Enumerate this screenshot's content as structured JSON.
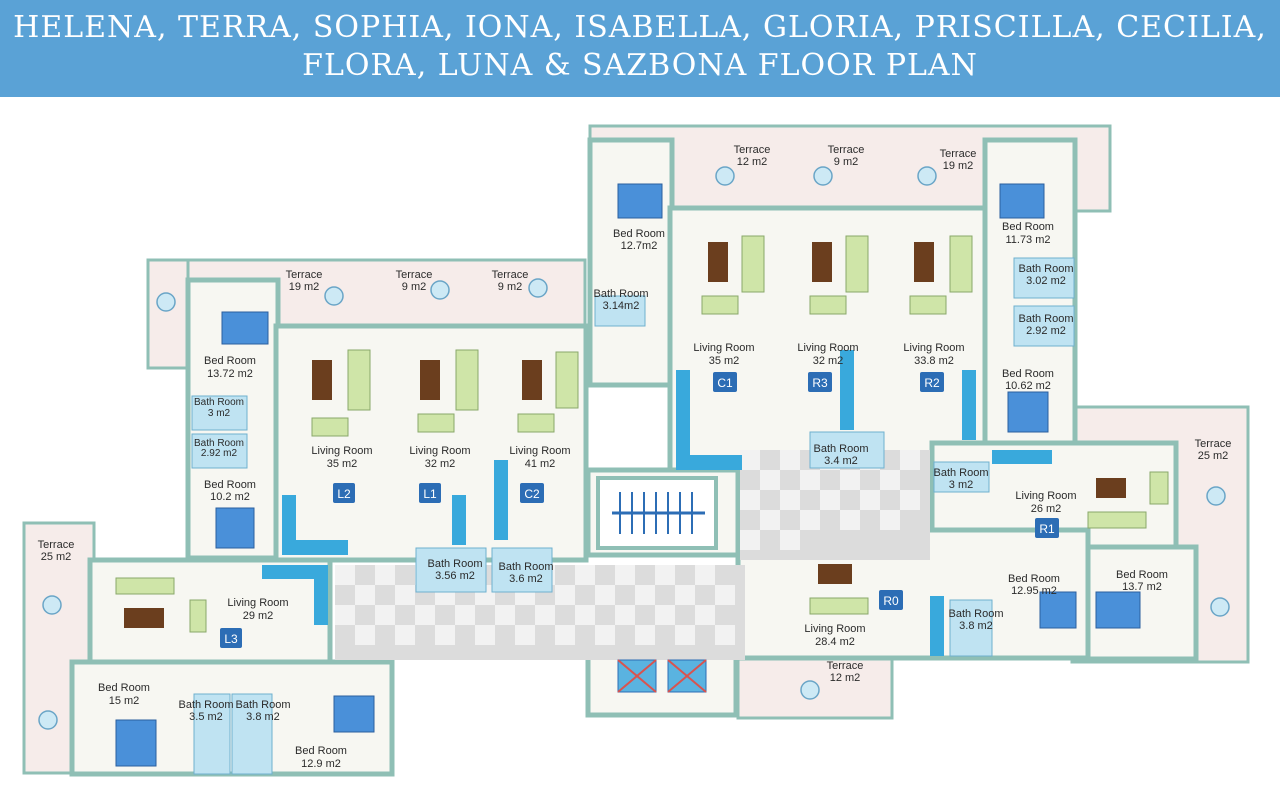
{
  "title": {
    "line1": "HELENA, TERRA, SOPHIA, IONA, ISABELLA, GLORIA, PRISCILLA, CECILIA,",
    "line2": "FLORA, LUNA & SAZBONA FLOOR PLAN"
  },
  "colors": {
    "header": "#5aa2d6",
    "wall": "#8fbfb5",
    "floor": "#f7f7f2",
    "terrace": "#f6ecea",
    "bath": "#bfe3f2",
    "kitchen": "#39a9dc",
    "badge": "#2c6db5"
  },
  "rooms": [
    {
      "id": "r1",
      "name": "Terrace",
      "area": "19 m2"
    },
    {
      "id": "r2",
      "name": "Terrace",
      "area": "9 m2"
    },
    {
      "id": "r3",
      "name": "Terrace",
      "area": "9 m2"
    },
    {
      "id": "r4",
      "name": "Bed Room",
      "area": "13.72 m2"
    },
    {
      "id": "r5",
      "name": "Bath Room",
      "area": "3 m2"
    },
    {
      "id": "r6",
      "name": "Bath Room",
      "area": "2.92 m2"
    },
    {
      "id": "r7",
      "name": "Bed Room",
      "area": "10.2 m2"
    },
    {
      "id": "r8",
      "name": "Living Room",
      "area": "35 m2"
    },
    {
      "id": "r9",
      "name": "Living Room",
      "area": "32 m2"
    },
    {
      "id": "r10",
      "name": "Living Room",
      "area": "41 m2"
    },
    {
      "id": "r11",
      "name": "Bath Room",
      "area": "3.56 m2"
    },
    {
      "id": "r12",
      "name": "Bath Room",
      "area": "3.6 m2"
    },
    {
      "id": "r13",
      "name": "Terrace",
      "area": "25 m2"
    },
    {
      "id": "r14",
      "name": "Living Room",
      "area": "29 m2"
    },
    {
      "id": "r15",
      "name": "Bed Room",
      "area": "15 m2"
    },
    {
      "id": "r16",
      "name": "Bath Room",
      "area": "3.5 m2"
    },
    {
      "id": "r17",
      "name": "Bath Room",
      "area": "3.8 m2"
    },
    {
      "id": "r18",
      "name": "Bed Room",
      "area": "12.9 m2"
    },
    {
      "id": "r19",
      "name": "Terrace",
      "area": "12 m2"
    },
    {
      "id": "r20",
      "name": "Terrace",
      "area": "9 m2"
    },
    {
      "id": "r21",
      "name": "Terrace",
      "area": "19 m2"
    },
    {
      "id": "r22",
      "name": "Bed Room",
      "area": "12.7m2"
    },
    {
      "id": "r23",
      "name": "Bath Room",
      "area": "3.14m2"
    },
    {
      "id": "r24",
      "name": "Living Room",
      "area": "35 m2"
    },
    {
      "id": "r25",
      "name": "Living Room",
      "area": "32 m2"
    },
    {
      "id": "r26",
      "name": "Living Room",
      "area": "33.8 m2"
    },
    {
      "id": "r27",
      "name": "Bed Room",
      "area": "11.73 m2"
    },
    {
      "id": "r28",
      "name": "Bath Room",
      "area": "3.02 m2"
    },
    {
      "id": "r29",
      "name": "Bath Room",
      "area": "2.92 m2"
    },
    {
      "id": "r30",
      "name": "Bed Room",
      "area": "10.62 m2"
    },
    {
      "id": "r31",
      "name": "Bath Room",
      "area": "3.4 m2"
    },
    {
      "id": "r32",
      "name": "Bath Room",
      "area": "3 m2"
    },
    {
      "id": "r33",
      "name": "Living Room",
      "area": "26 m2"
    },
    {
      "id": "r34",
      "name": "Terrace",
      "area": "25 m2"
    },
    {
      "id": "r35",
      "name": "Bed Room",
      "area": "12.95 m2"
    },
    {
      "id": "r36",
      "name": "Bed Room",
      "area": "13.7 m2"
    },
    {
      "id": "r37",
      "name": "Bath Room",
      "area": "3.8 m2"
    },
    {
      "id": "r38",
      "name": "Living Room",
      "area": "28.4 m2"
    },
    {
      "id": "r39",
      "name": "Terrace",
      "area": "12 m2"
    }
  ],
  "units": [
    "L2",
    "L1",
    "C2",
    "L3",
    "C1",
    "R3",
    "R2",
    "R1",
    "R0"
  ]
}
